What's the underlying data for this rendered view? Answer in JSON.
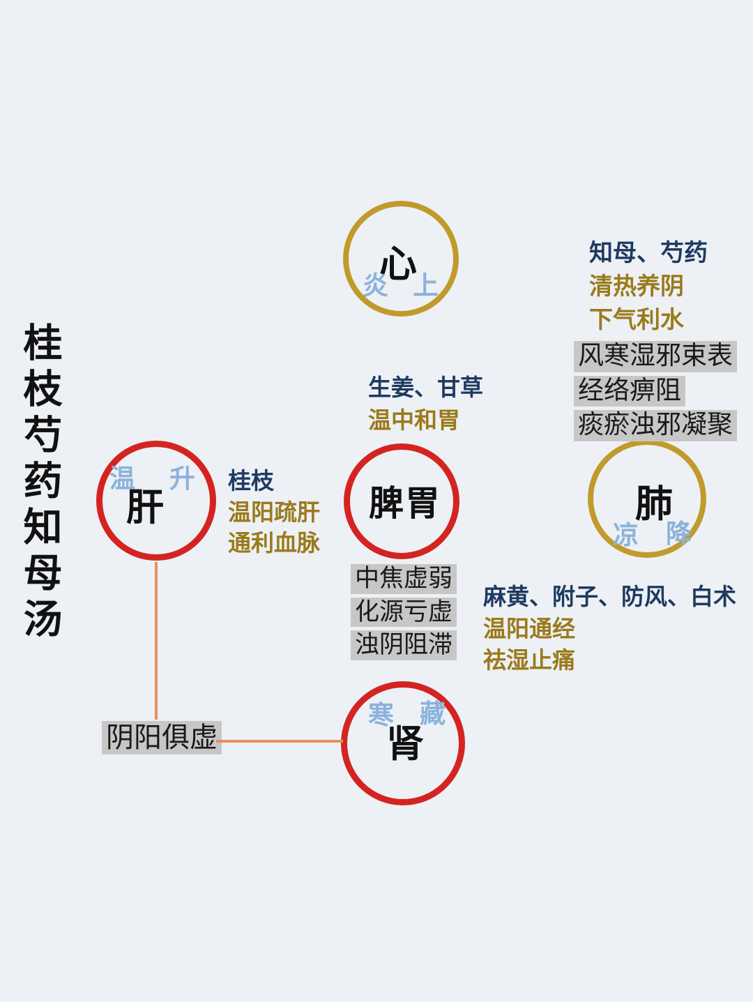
{
  "title": "桂枝芍药知母汤",
  "organs": {
    "heart": {
      "name": "心",
      "dir_left": "炎",
      "dir_right": "上"
    },
    "liver": {
      "name": "肝",
      "dir_left": "温",
      "dir_right": "升"
    },
    "spleen": {
      "name": "脾胃"
    },
    "lung": {
      "name": "肺",
      "dir_left": "凉",
      "dir_right": "降"
    },
    "kidney": {
      "name": "肾",
      "dir_left": "寒",
      "dir_right": "藏"
    }
  },
  "notes": {
    "heart": {
      "herbs": "知母、芍药",
      "actions": [
        "清热养阴",
        "下气利水"
      ]
    },
    "liver": {
      "herbs": "桂枝",
      "actions": [
        "温阳疏肝",
        "通利血脉"
      ]
    },
    "spleen": {
      "herbs": "生姜、甘草",
      "actions": [
        "温中和胃"
      ]
    },
    "lung": {
      "herbs": "麻黄、附子、防风、白术",
      "actions": [
        "温阳通经",
        "祛湿止痛"
      ]
    }
  },
  "pathologies": {
    "exterior": [
      "风寒湿邪束表",
      "经络痹阻",
      "痰瘀浊邪凝聚"
    ],
    "middle": [
      "中焦虚弱",
      "化源亏虚",
      "浊阴阻滞"
    ],
    "kidney": "阴阳俱虚"
  },
  "colors": {
    "background": "#edf1f5",
    "red_ring": "#d42421",
    "gold_ring": "#c09b2c",
    "light_blue_text": "#8cb2dc",
    "navy_text": "#1f3a60",
    "gold_text": "#9a7a1c",
    "orange_line": "#e2935c",
    "highlight_bg": "#c7c7c7"
  }
}
